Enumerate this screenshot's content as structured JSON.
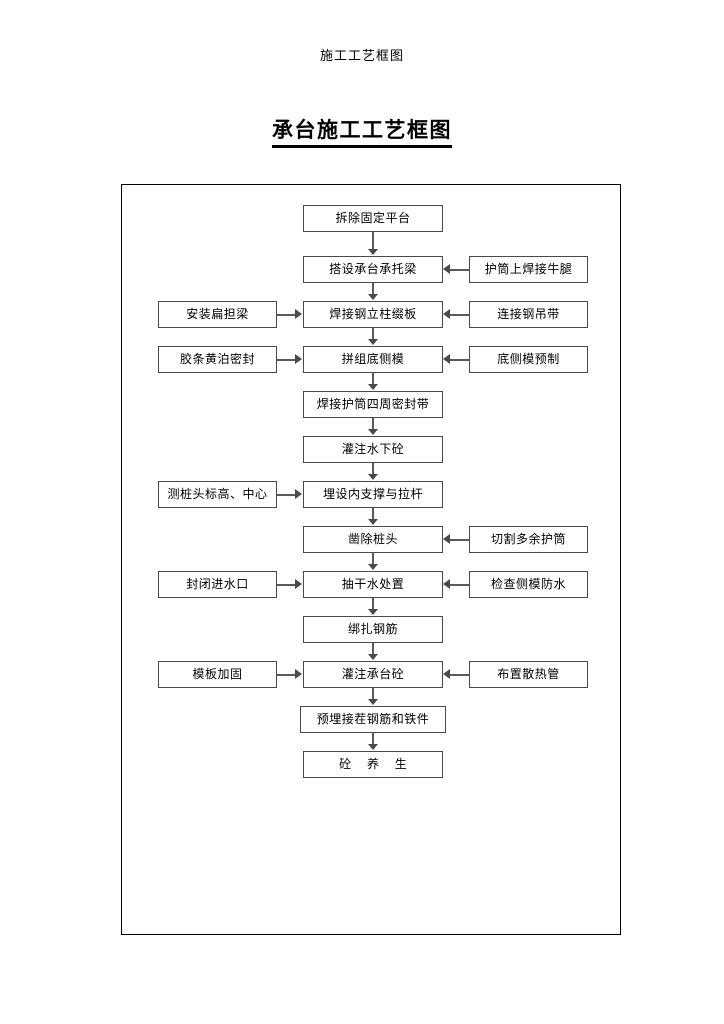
{
  "header": {
    "running_head": "施工工艺框图",
    "title": "承台施工工艺框图"
  },
  "flowchart": {
    "type": "flowchart",
    "orientation": "top-to-bottom",
    "main_steps": [
      {
        "id": "s1",
        "label": "拆除固定平台"
      },
      {
        "id": "s2",
        "label": "搭设承台承托梁"
      },
      {
        "id": "s3",
        "label": "焊接钢立柱缀板"
      },
      {
        "id": "s4",
        "label": "拼组底侧模"
      },
      {
        "id": "s5",
        "label": "焊接护筒四周密封带"
      },
      {
        "id": "s6",
        "label": "灌注水下砼"
      },
      {
        "id": "s7",
        "label": "埋设内支撑与拉杆"
      },
      {
        "id": "s8",
        "label": "凿除桩头"
      },
      {
        "id": "s9",
        "label": "抽干水处置"
      },
      {
        "id": "s10",
        "label": "绑扎钢筋"
      },
      {
        "id": "s11",
        "label": "灌注承台砼"
      },
      {
        "id": "s12",
        "label": "预埋接茬钢筋和铁件"
      },
      {
        "id": "s13",
        "label": "砼 养 生"
      }
    ],
    "left_inputs": [
      {
        "target": "s3",
        "label": "安装扁担梁"
      },
      {
        "target": "s4",
        "label": "胶条黄泊密封"
      },
      {
        "target": "s7",
        "label": "测桩头标高、中心"
      },
      {
        "target": "s9",
        "label": "封闭进水口"
      },
      {
        "target": "s11",
        "label": "模板加固"
      }
    ],
    "right_inputs": [
      {
        "target": "s2",
        "label": "护筒上焊接牛腿"
      },
      {
        "target": "s3",
        "label": "连接钢吊带"
      },
      {
        "target": "s4",
        "label": "底侧模预制"
      },
      {
        "target": "s8",
        "label": "切割多余护筒"
      },
      {
        "target": "s9",
        "label": "检查侧模防水"
      },
      {
        "target": "s11",
        "label": "布置散热管"
      }
    ]
  }
}
